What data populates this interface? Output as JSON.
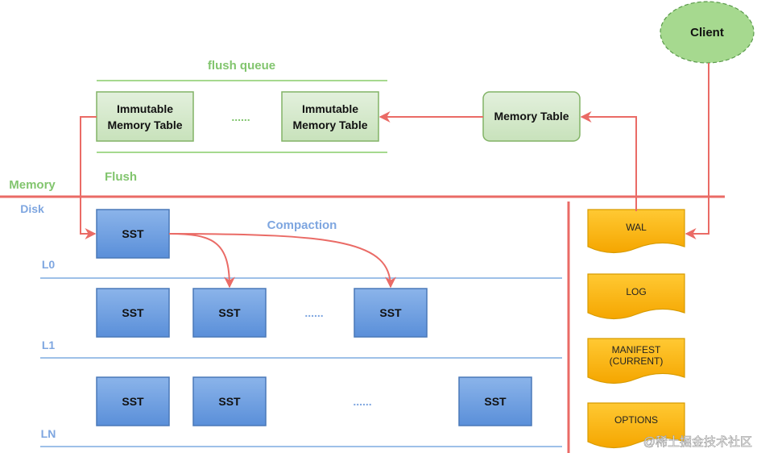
{
  "client": {
    "label": "Client"
  },
  "memory": {
    "section_label": "Memory",
    "flush_queue_label": "flush queue",
    "flush_label": "Flush",
    "immutable_1": {
      "line1": "Immutable",
      "line2": "Memory Table"
    },
    "immutable_2": {
      "line1": "Immutable",
      "line2": "Memory Table"
    },
    "queue_ellipsis": "......",
    "memory_table": "Memory Table"
  },
  "disk": {
    "section_label": "Disk",
    "compaction_label": "Compaction",
    "levels": [
      {
        "label": "L0",
        "ssts": [
          "SST"
        ]
      },
      {
        "label": "L1",
        "ssts": [
          "SST",
          "SST",
          "SST"
        ],
        "ellipsis": "......"
      },
      {
        "label": "LN",
        "ssts": [
          "SST",
          "SST",
          "SST"
        ],
        "ellipsis": "......"
      }
    ]
  },
  "files": [
    {
      "label": "WAL"
    },
    {
      "label": "LOG"
    },
    {
      "line1": "MANIFEST",
      "line2": "(CURRENT)"
    },
    {
      "label": "OPTIONS"
    }
  ],
  "watermark": "@稀土掘金技术社区",
  "colors": {
    "green_fill": "#d5e8d4",
    "green_stroke": "#82b366",
    "green_text": "#82c56e",
    "blue_fill": "#6c9ee0",
    "blue_stroke": "#4a78b8",
    "blue_text": "#7ea6e0",
    "orange_fill": "#ffb800",
    "orange_stroke": "#d79b00",
    "red": "#ea6b66"
  }
}
